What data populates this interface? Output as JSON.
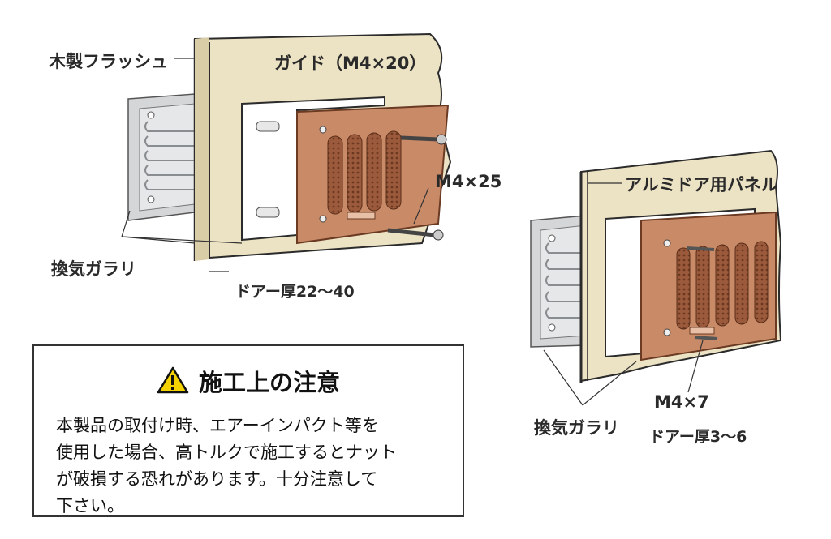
{
  "left_figure": {
    "labels": {
      "wood_flush": "木製フラッシュ",
      "guide": "ガイド（M4×20）",
      "screw": "M4×25",
      "louver": "換気ガラリ",
      "door_thickness": "ドアー厚22～40"
    }
  },
  "right_figure": {
    "labels": {
      "aluminum_panel": "アルミドア用パネル",
      "screw": "M4×7",
      "louver": "換気ガラリ",
      "door_thickness": "ドアー厚3～6"
    }
  },
  "caution": {
    "icon": "warning-triangle-icon",
    "title": "施工上の注意",
    "lines": [
      "本製品の取付け時、エアーインパクト等を",
      "使用した場合、高トルクで施工するとナット",
      "が破損する恐れがあります。十分注意して",
      "下さい。"
    ]
  },
  "colors": {
    "door_panel": "#ece2c4",
    "copper_louver": "#c98a68",
    "steel_louver": "#d4d6d8",
    "outline": "#2b2b2b"
  }
}
